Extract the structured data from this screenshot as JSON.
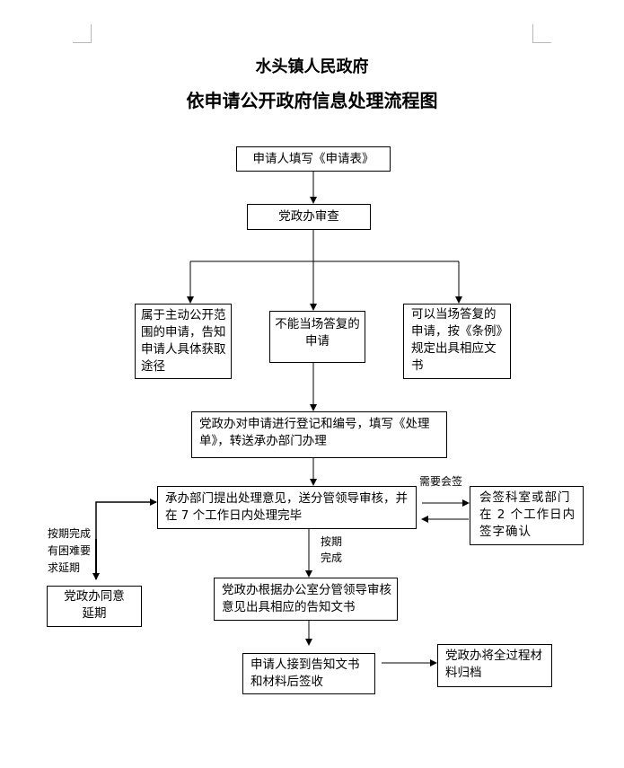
{
  "title": {
    "line1": "水头镇人民政府",
    "line2": "依申请公开政府信息处理流程图"
  },
  "nodes": {
    "apply": "申请人填写《申请表》",
    "review": "党政办审查",
    "active_scope": "属于主动公开范围的申请，告知申请人具体获取途径",
    "not_immediate": "不能当场答复的申请",
    "immediate": "可以当场答复的申请，按《条例》规定出具相应文书",
    "register": "党政办对申请进行登记和编号，填写《处理单》，转送承办部门办理",
    "dept_opinion": "承办部门提出处理意见，送分管领导审核，并在 7 个工作日内处理完毕",
    "countersign": "会签科室或部门在 2 个工作日内签字确认",
    "extension": "党政办同意延期",
    "notice": "党政办根据办公室分管领导审核意见出具相应的告知文书",
    "receipt": "申请人接到告知文书和材料后签收",
    "archive": "党政办将全过程材料归档"
  },
  "labels": {
    "need_countersign": "需要会签",
    "on_time": "按期完成",
    "delay_request": "按期完成有困难要求延期"
  },
  "colors": {
    "line": "#000000",
    "corner_mark": "#b8b8b8"
  }
}
